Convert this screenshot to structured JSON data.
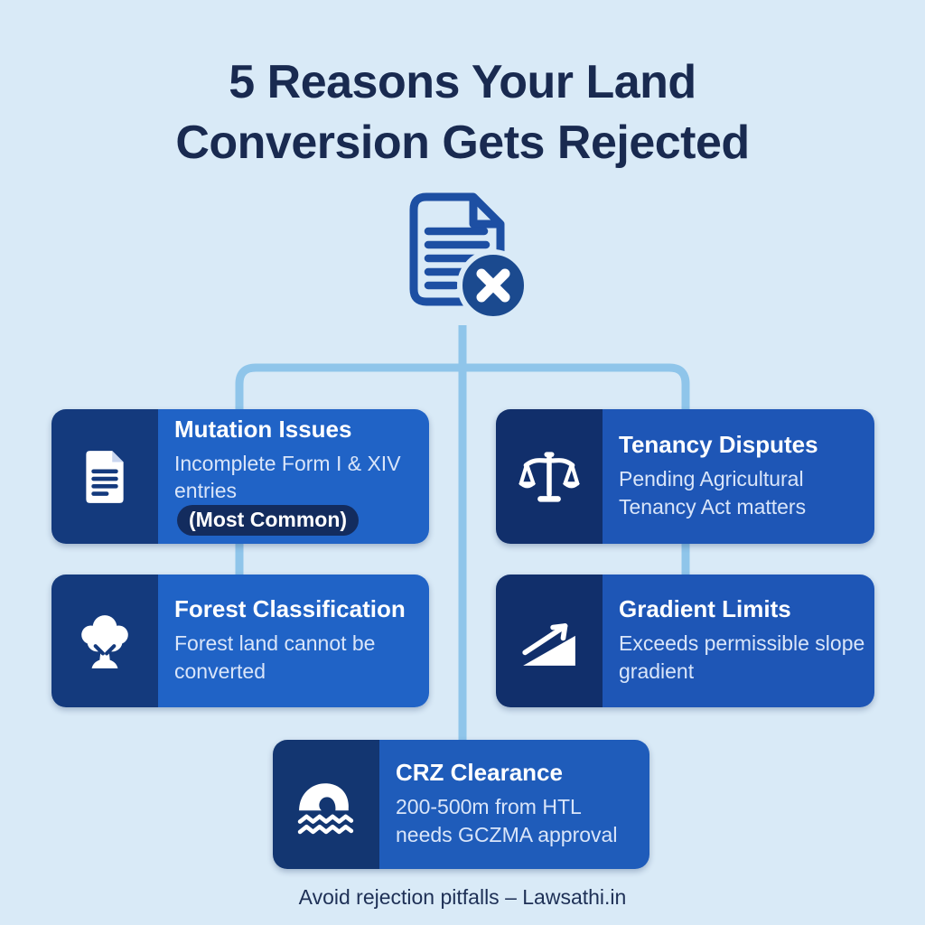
{
  "title": {
    "line1": "5 Reasons Your Land",
    "line2": "Conversion Gets Rejected"
  },
  "header": {
    "icon": "document-rejected-icon"
  },
  "cards": [
    {
      "icon": "document-lines-icon",
      "title": "Mutation Issues",
      "subtitle": "Incomplete Form I & XIV entries",
      "badge": "(Most Common)"
    },
    {
      "icon": "balance-scale-icon",
      "title": "Tenancy Disputes",
      "subtitle": "Pending Agricultural Tenancy Act matters"
    },
    {
      "icon": "tree-icon",
      "title": "Forest Classification",
      "subtitle": "Forest land cannot be converted"
    },
    {
      "icon": "slope-arrow-icon",
      "title": "Gradient Limits",
      "subtitle": "Exceeds permissible slope gradient"
    },
    {
      "icon": "wave-icon",
      "title": "CRZ Clearance",
      "subtitle": "200-500m from HTL needs GCZMA approval"
    }
  ],
  "footer": {
    "text": "Avoid rejection pitfalls – Lawsathi.in"
  },
  "colors": {
    "background": "#d9eaf7",
    "title_text": "#192a50",
    "connector": "#8fc5ea",
    "card_body_left": "#2063c6",
    "card_body_right": "#1e56b6",
    "card_icon_panel_left": "#143a7d",
    "card_icon_panel_right": "#112f6b",
    "badge_background": "#132c5e",
    "document_outline": "#1d4fa3",
    "reject_circle": "#1b4a8f",
    "card_text": "#ffffff",
    "card_subtext": "#d9e5f9"
  }
}
